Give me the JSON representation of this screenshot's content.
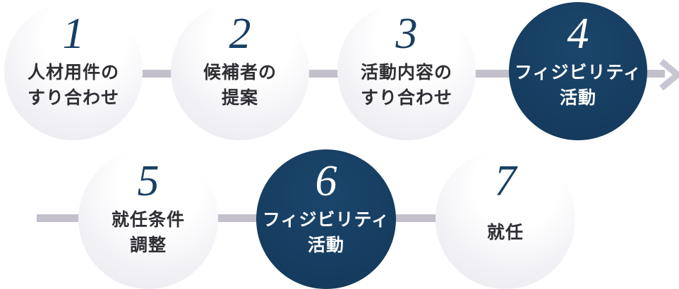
{
  "diagram": {
    "title": "process-flow",
    "rows": 2,
    "steps": [
      {
        "number": "1",
        "label_lines": [
          "人材用件の",
          "すり合わせ"
        ],
        "variant": "light"
      },
      {
        "number": "2",
        "label_lines": [
          "候補者の",
          "提案"
        ],
        "variant": "light"
      },
      {
        "number": "3",
        "label_lines": [
          "活動内容の",
          "すり合わせ"
        ],
        "variant": "light"
      },
      {
        "number": "4",
        "label_lines": [
          "フィジビリティ",
          "活動"
        ],
        "variant": "dark"
      },
      {
        "number": "5",
        "label_lines": [
          "就任条件",
          "調整"
        ],
        "variant": "light"
      },
      {
        "number": "6",
        "label_lines": [
          "フィジビリティ",
          "活動"
        ],
        "variant": "dark"
      },
      {
        "number": "7",
        "label_lines": [
          "就任"
        ],
        "variant": "light"
      }
    ],
    "icons": {
      "arrow": "arrow-right-icon"
    },
    "colors": {
      "background": "#ffffff",
      "dark_circle": "#153c5e",
      "light_circle_center": "#ffffff",
      "light_circle_edge": "#e9e7ee",
      "number_navy": "#173f64",
      "label_text": "#2e2e34",
      "text_on_dark": "#ffffff",
      "connector": "#c3c0cc",
      "arrow": "#c9c6d3"
    }
  }
}
